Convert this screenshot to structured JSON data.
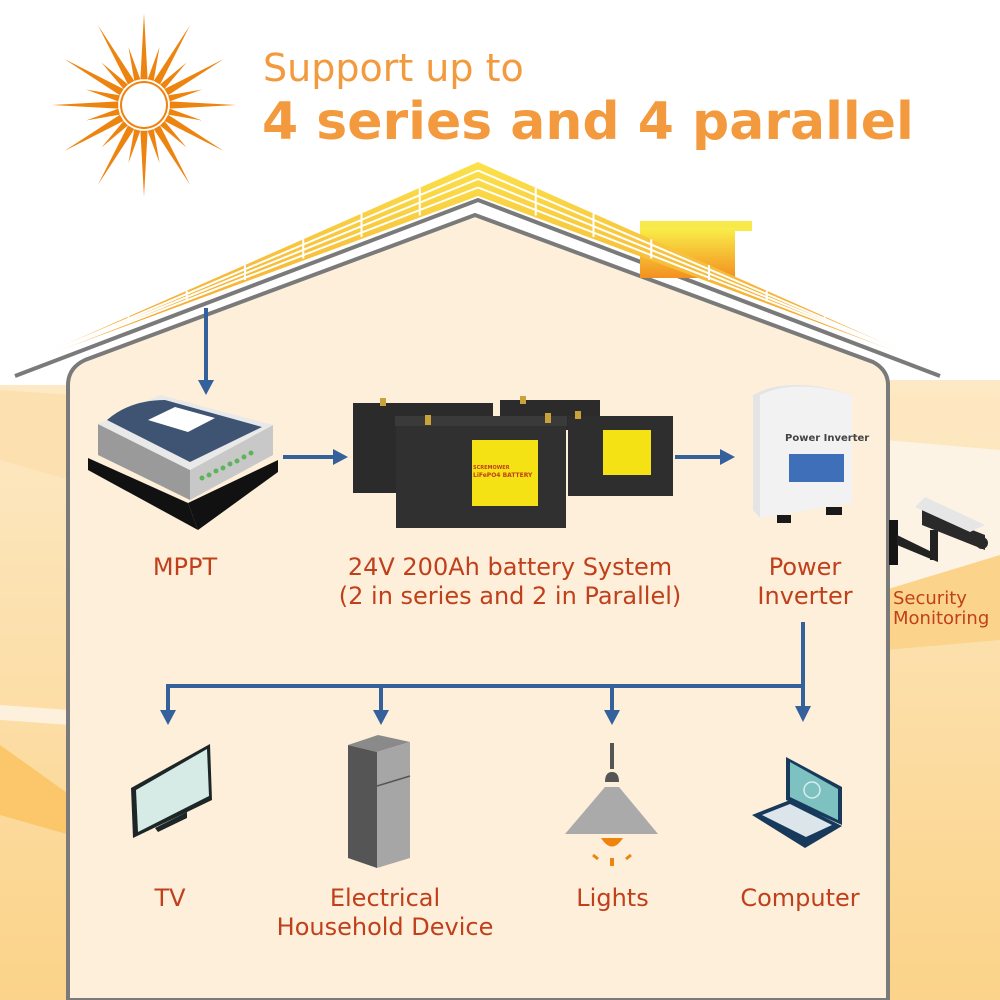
{
  "headline": {
    "line1": "Support up to",
    "line2": "4 series and 4 parallel"
  },
  "colors": {
    "title_orange": "#f39a3e",
    "sun_orange": "#ee8410",
    "label_red": "#c0401c",
    "arrow_blue": "#34609c",
    "wall_cream": "#fdefd9",
    "house_outline": "#7a7a7a"
  },
  "components": {
    "mppt": {
      "label": "MPPT",
      "icon": "charge-controller-icon"
    },
    "battery": {
      "label_line1": "24V 200Ah battery System",
      "label_line2": "(2 in series and 2 in Parallel)",
      "brand": "SCREMOWER",
      "product": "LiFePO4 BATTERY",
      "icon": "battery-bank-icon"
    },
    "inverter": {
      "label_line1": "Power",
      "label_line2": "Inverter",
      "device_text": "Power Inverter",
      "icon": "inverter-icon"
    },
    "security": {
      "label_line1": "Security",
      "label_line2": "Monitoring",
      "icon": "security-camera-icon"
    }
  },
  "loads": [
    {
      "label_line1": "TV",
      "label_line2": "",
      "icon": "tv-icon"
    },
    {
      "label_line1": "Electrical",
      "label_line2": "Household Device",
      "icon": "refrigerator-icon"
    },
    {
      "label_line1": "Lights",
      "label_line2": "",
      "icon": "lamp-icon"
    },
    {
      "label_line1": "Computer",
      "label_line2": "",
      "icon": "laptop-icon"
    }
  ]
}
